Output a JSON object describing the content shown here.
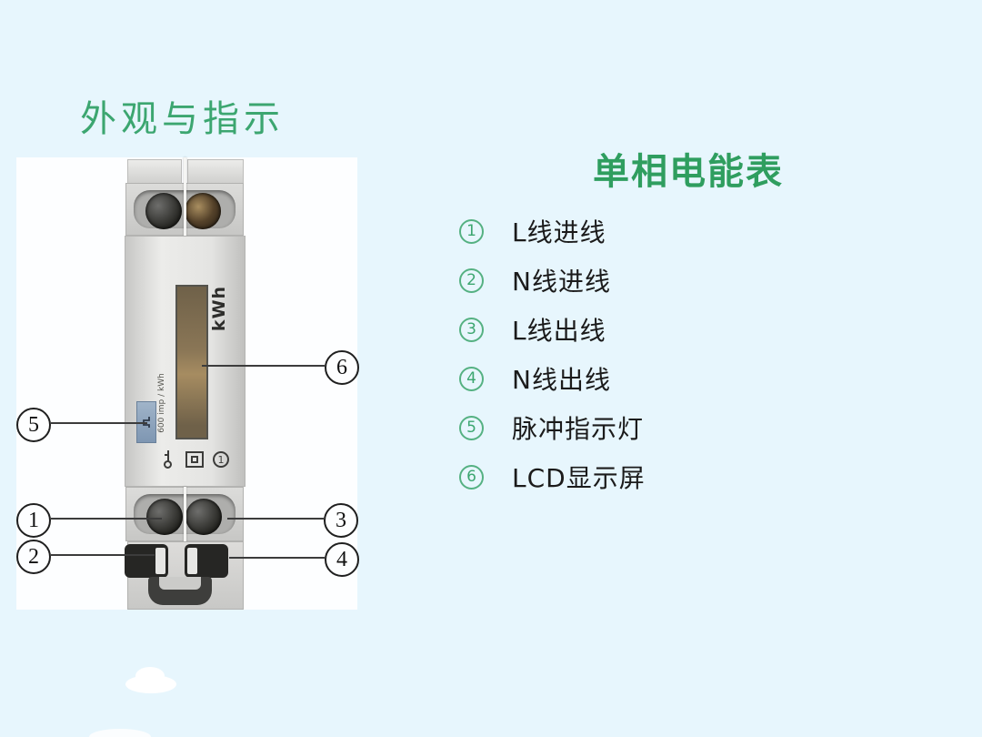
{
  "colors": {
    "background": "#e7f6fd",
    "title_green": "#3ca670",
    "subtitle_green": "#2f9e5f",
    "legend_circle_green": "#55b182",
    "text_dark": "#1b1b1b"
  },
  "header": {
    "title": "外观与指示"
  },
  "panel": {
    "title": "单相电能表"
  },
  "legend": {
    "items": [
      {
        "num": "1",
        "label": "L线进线"
      },
      {
        "num": "2",
        "label": "N线进线"
      },
      {
        "num": "3",
        "label": "L线出线"
      },
      {
        "num": "4",
        "label": "N线出线"
      },
      {
        "num": "5",
        "label": "脉冲指示灯"
      },
      {
        "num": "6",
        "label": "LCD显示屏"
      }
    ]
  },
  "meter": {
    "display_unit": "kWh",
    "pulse_rate": "600 imp / kWh",
    "accuracy_class": "1"
  },
  "callouts": {
    "left": [
      {
        "num": "5"
      },
      {
        "num": "1"
      },
      {
        "num": "2"
      }
    ],
    "right": [
      {
        "num": "6"
      },
      {
        "num": "3"
      },
      {
        "num": "4"
      }
    ]
  }
}
